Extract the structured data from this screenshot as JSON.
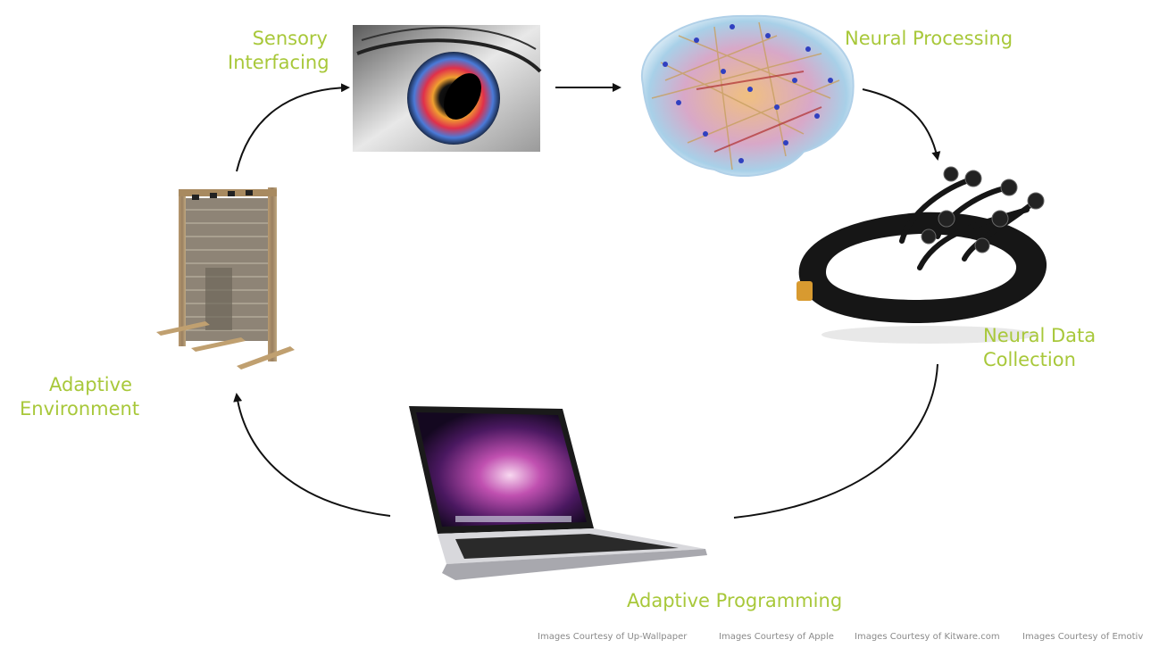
{
  "labels": {
    "sensory": [
      "Sensory",
      "Interfacing"
    ],
    "neural_processing": "Neural Processing",
    "neural_data": [
      "Neural Data",
      "Collection"
    ],
    "adaptive_programming": "Adaptive Programming",
    "adaptive_environment": [
      "Adaptive",
      "Environment"
    ]
  },
  "credits": [
    "Images Courtesy of Up-Wallpaper",
    "Images Courtesy of Apple",
    "Images Courtesy of Kitware.com",
    "Images Courtesy of Emotiv"
  ],
  "colors": {
    "label": "#a8c83a",
    "arrow": "#111111",
    "credit": "#8a8a8a"
  },
  "icons": [
    "eye-image",
    "brain-network-image",
    "eeg-headset-image",
    "laptop-image",
    "kinetic-wall-image"
  ]
}
